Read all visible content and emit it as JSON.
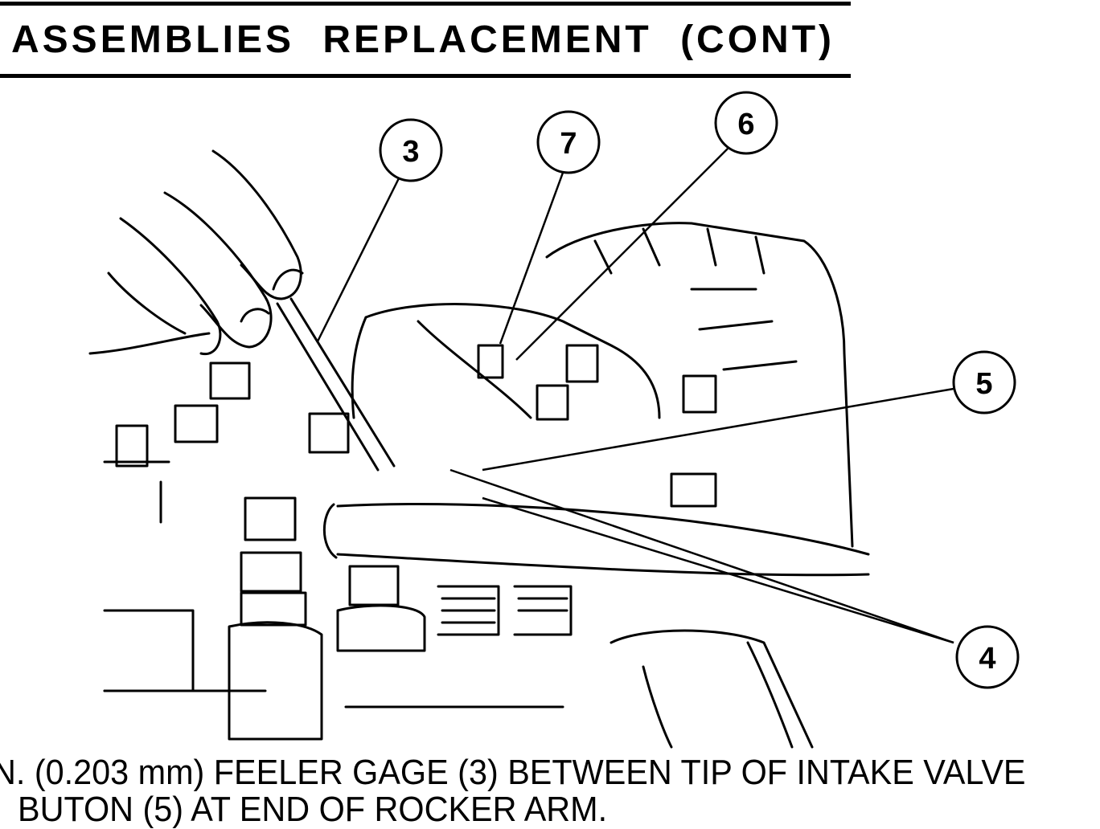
{
  "header": {
    "title": "ASSEMBLIES REPLACEMENT (CONT)"
  },
  "figure": {
    "callouts": [
      {
        "label": "3"
      },
      {
        "label": "7"
      },
      {
        "label": "6"
      },
      {
        "label": "5"
      },
      {
        "label": "4"
      }
    ]
  },
  "caption": {
    "line1": "N. (0.203 mm) FEELER GAGE (3) BETWEEN TIP OF INTAKE VALVE",
    "line2": "BUTON (5) AT END OF ROCKER ARM."
  },
  "colors": {
    "ink": "#000000",
    "paper": "#ffffff"
  }
}
